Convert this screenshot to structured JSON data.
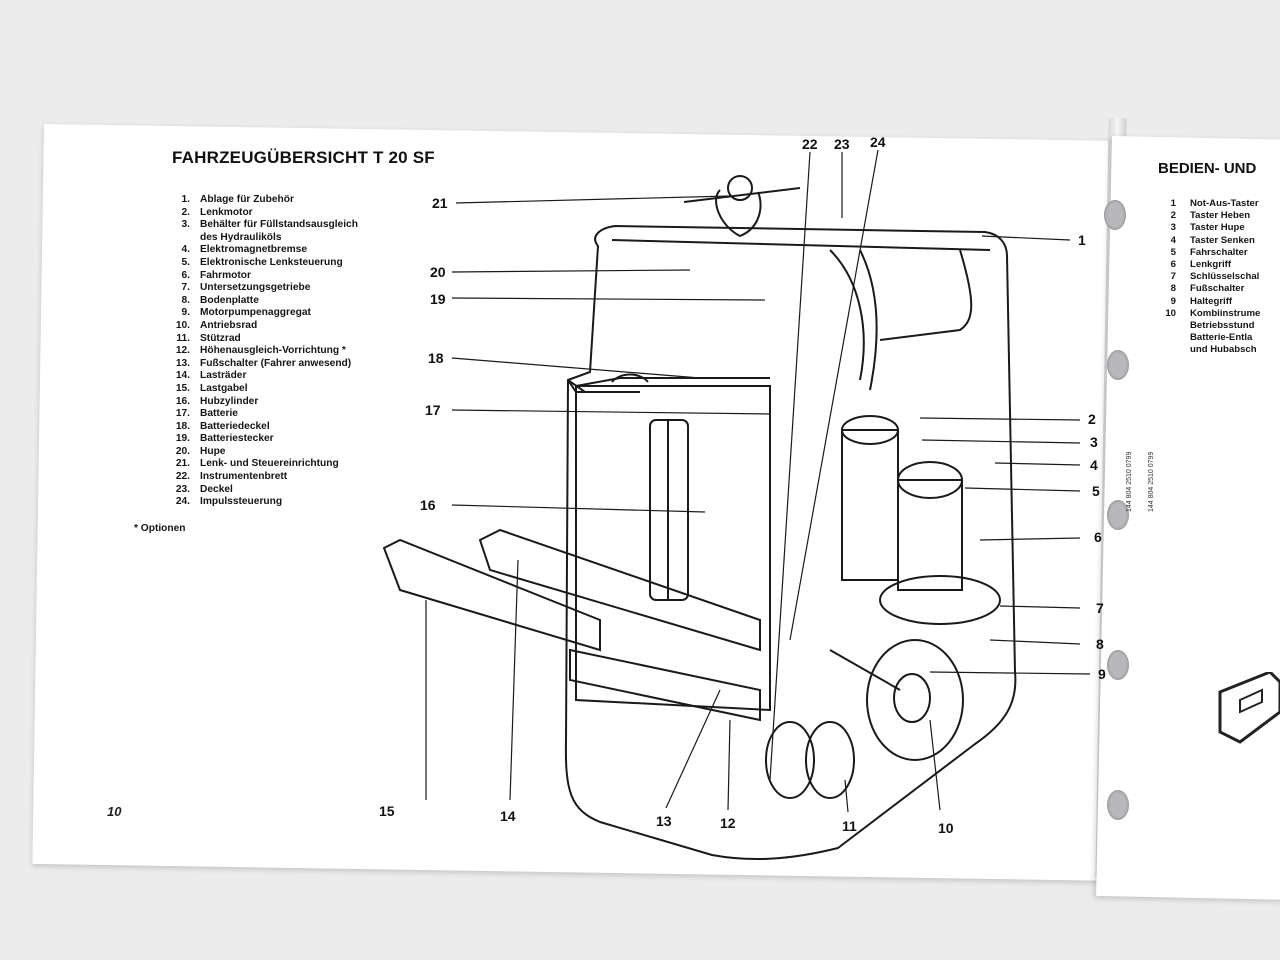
{
  "left_page": {
    "title": "FAHRZEUGÜBERSICHT T 20 SF",
    "legend": [
      {
        "num": "1.",
        "text": "Ablage für Zubehör"
      },
      {
        "num": "2.",
        "text": "Lenkmotor"
      },
      {
        "num": "3.",
        "text": "Behälter für Füllstandsausgleich"
      },
      {
        "num": "",
        "text": "des Hydrauliköls"
      },
      {
        "num": "4.",
        "text": "Elektromagnetbremse"
      },
      {
        "num": "5.",
        "text": "Elektronische Lenksteuerung"
      },
      {
        "num": "6.",
        "text": "Fahrmotor"
      },
      {
        "num": "7.",
        "text": "Untersetzungsgetriebe"
      },
      {
        "num": "8.",
        "text": "Bodenplatte"
      },
      {
        "num": "9.",
        "text": "Motorpumpenaggregat"
      },
      {
        "num": "10.",
        "text": "Antriebsrad"
      },
      {
        "num": "11.",
        "text": "Stützrad"
      },
      {
        "num": "12.",
        "text": "Höhenausgleich-Vorrichtung *"
      },
      {
        "num": "13.",
        "text": "Fußschalter (Fahrer anwesend)"
      },
      {
        "num": "14.",
        "text": "Lasträder"
      },
      {
        "num": "15.",
        "text": "Lastgabel"
      },
      {
        "num": "16.",
        "text": "Hubzylinder"
      },
      {
        "num": "17.",
        "text": "Batterie"
      },
      {
        "num": "18.",
        "text": "Batteriedeckel"
      },
      {
        "num": "19.",
        "text": "Batteriestecker"
      },
      {
        "num": "20.",
        "text": "Hupe"
      },
      {
        "num": "21.",
        "text": "Lenk- und Steuereinrichtung"
      },
      {
        "num": "22.",
        "text": "Instrumentenbrett"
      },
      {
        "num": "23.",
        "text": "Deckel"
      },
      {
        "num": "24.",
        "text": "Impulssteuerung"
      }
    ],
    "footnote": "* Optionen",
    "page_number": "10",
    "callouts": [
      "22",
      "23",
      "24",
      "21",
      "20",
      "19",
      "18",
      "17",
      "16",
      "1",
      "2",
      "3",
      "4",
      "5",
      "6",
      "7",
      "8",
      "9",
      "15",
      "14",
      "13",
      "12",
      "11",
      "10"
    ]
  },
  "right_page": {
    "title": "BEDIEN- UND",
    "legend": [
      {
        "num": "1",
        "text": "Not-Aus-Taster"
      },
      {
        "num": "2",
        "text": "Taster Heben"
      },
      {
        "num": "3",
        "text": "Taster Hupe"
      },
      {
        "num": "4",
        "text": "Taster Senken"
      },
      {
        "num": "5",
        "text": "Fahrschalter"
      },
      {
        "num": "6",
        "text": "Lenkgriff"
      },
      {
        "num": "7",
        "text": "Schlüsselschal"
      },
      {
        "num": "8",
        "text": "Fußschalter"
      },
      {
        "num": "9",
        "text": "Haltegriff"
      },
      {
        "num": "10",
        "text": "Kombiinstrume"
      },
      {
        "num": "",
        "text": "Betriebsstund"
      },
      {
        "num": "",
        "text": "Batterie-Entla"
      },
      {
        "num": "",
        "text": "und Hubabsch"
      }
    ],
    "side_codes": [
      "144 804 2510 0799",
      "144 804 2510 0799"
    ]
  }
}
